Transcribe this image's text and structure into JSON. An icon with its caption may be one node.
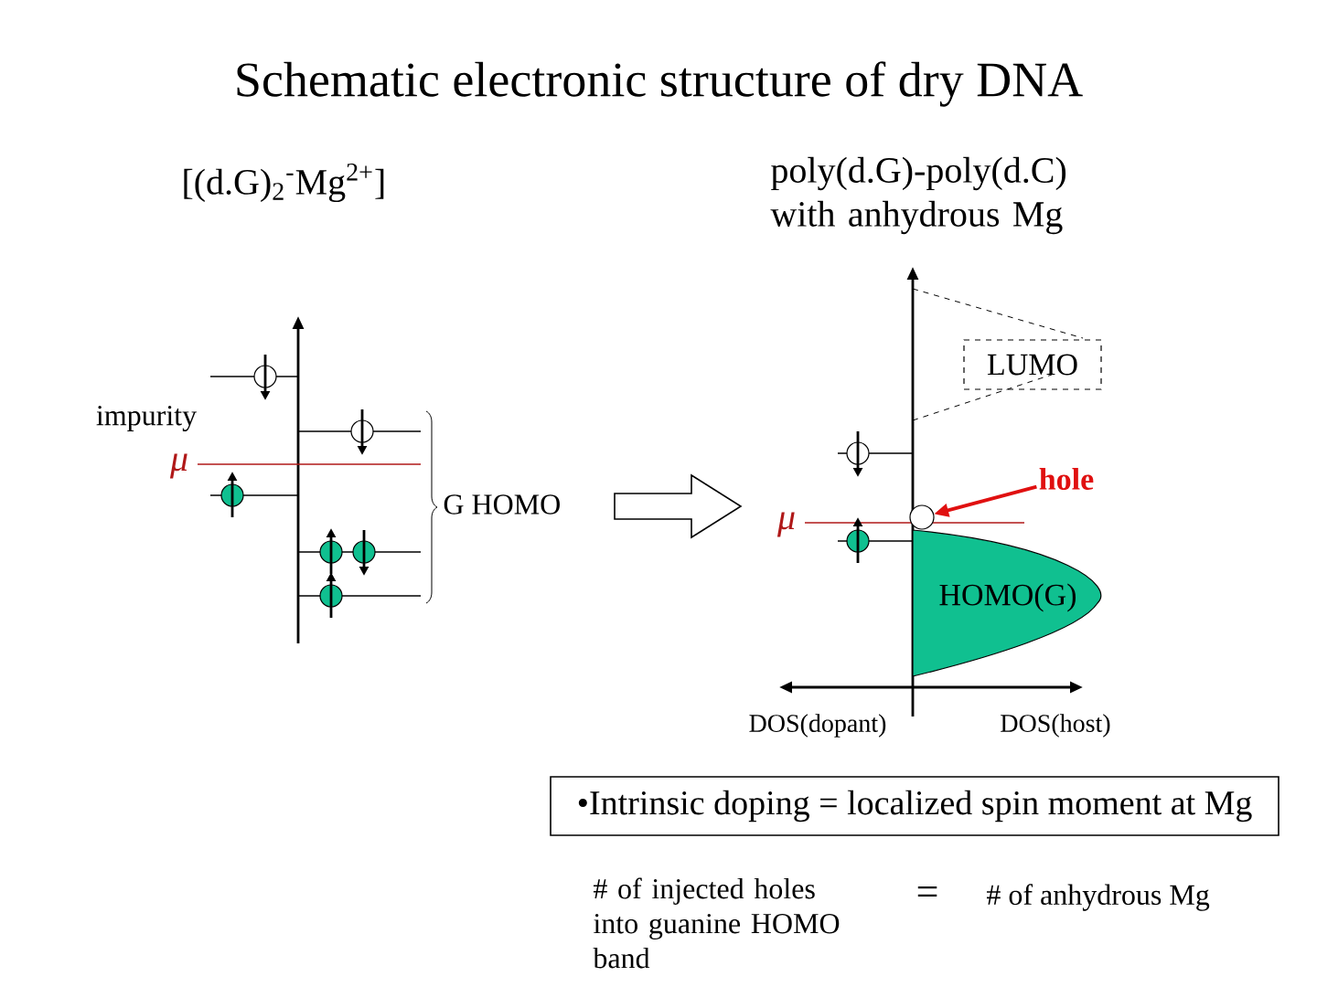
{
  "diagram": {
    "title": "Schematic electronic structure of dry DNA",
    "nodes": [
      {
        "text": [
          "LUMO"
        ]
      },
      {
        "text": [
          "HOMO(G)"
        ]
      },
      {
        "text": [
          "hole"
        ]
      },
      {
        "text": [],
        "shape": "circle"
      },
      {
        "text": [
          "•Intrinsic doping = localized spin moment at Mg"
        ]
      }
    ],
    "edges": [
      {
        "from": 2,
        "to": 3,
        "arrow": "to"
      }
    ],
    "labels": [
      "[(d.G)$_{2}$$^{-}$Mg$^{2+}$]",
      "poly(d.G)-poly(d.C) with anhydrous Mg",
      "impurity",
      "μ",
      "G HOMO",
      "μ",
      "DOS(dopant)",
      "DOS(host)",
      "# of injected holes into guanine HOMO band",
      "=",
      "# of anhydrous Mg"
    ]
  }
}
